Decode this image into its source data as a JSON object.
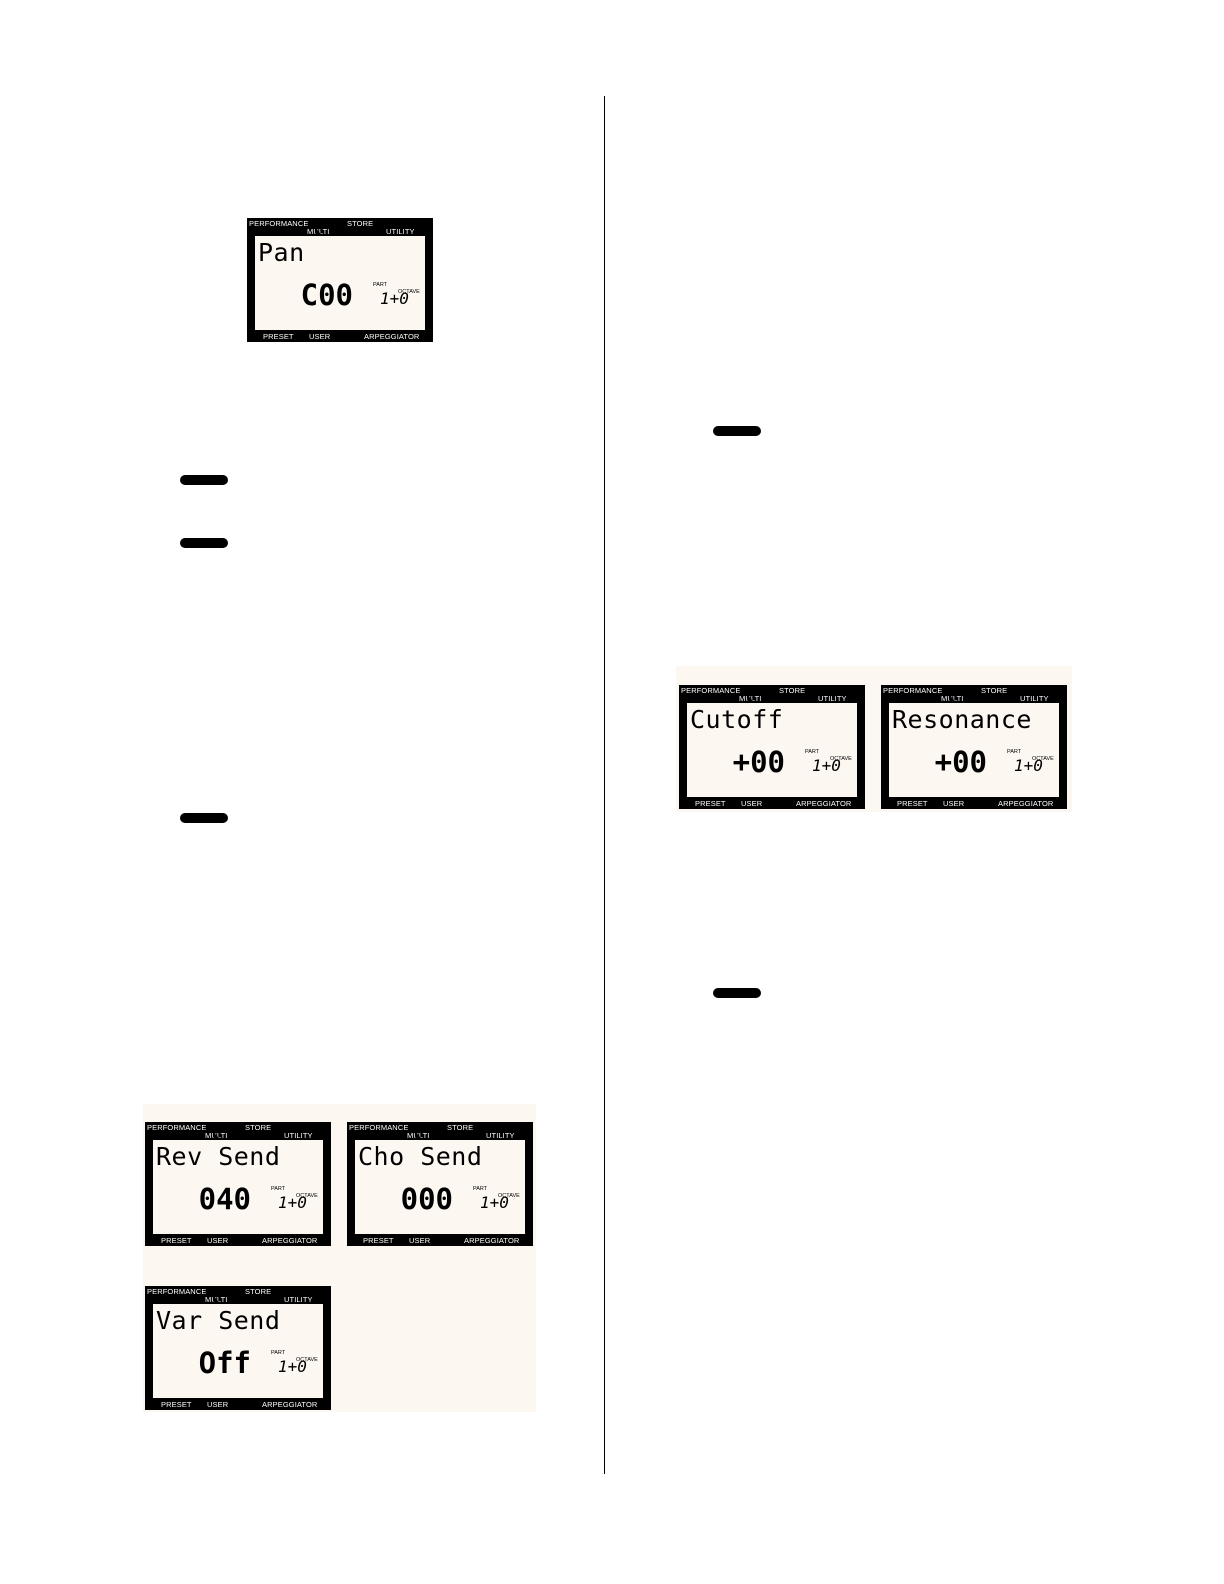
{
  "lcd_labels": {
    "performance": "PERFORMANCE",
    "multi": "MULTI",
    "store": "STORE",
    "utility": "UTILITY",
    "preset": "PRESET",
    "user": "USER",
    "arpeggiator": "ARPEGGIATOR",
    "part": "PART",
    "octave": "OCTAVE",
    "octave_value": "1+0"
  },
  "displays": [
    {
      "param": "Pan",
      "value": "C00"
    },
    {
      "param": "Rev Send",
      "value": "040"
    },
    {
      "param": "Cho Send",
      "value": "000"
    },
    {
      "param": "Var Send",
      "value": "Off"
    },
    {
      "param": "Cutoff",
      "value": "+00"
    },
    {
      "param": "Resonance",
      "value": "+00"
    }
  ]
}
